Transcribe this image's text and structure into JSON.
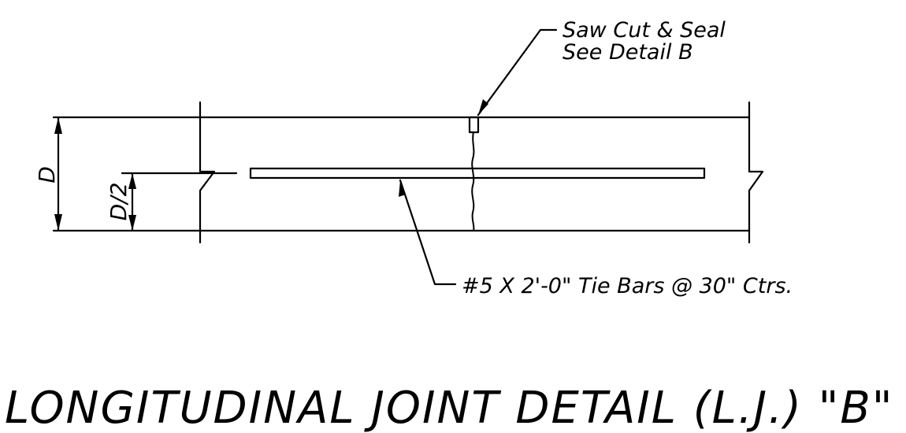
{
  "title": "LONGITUDINAL JOINT DETAIL (L.J.) \"B\"",
  "callouts": {
    "saw_cut_line1": "Saw Cut & Seal",
    "saw_cut_line2": "See Detail B",
    "tie_bars": "#5 X 2'-0\" Tie Bars @ 30\" Ctrs."
  },
  "dimensions": {
    "depth": "D",
    "half_depth": "D/2"
  }
}
